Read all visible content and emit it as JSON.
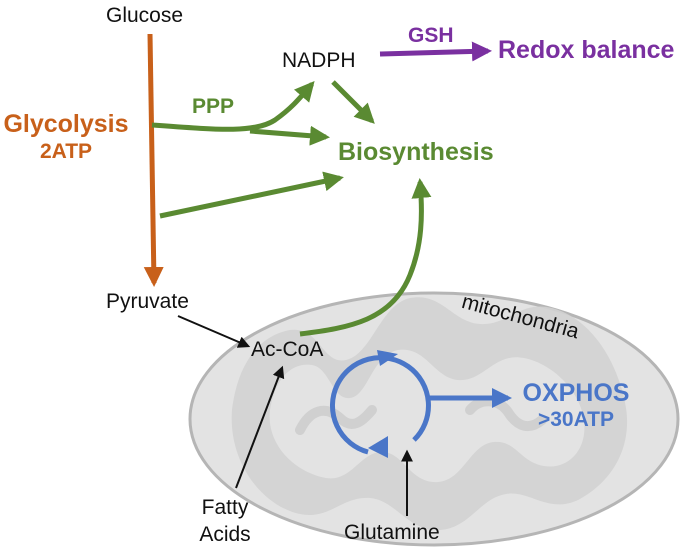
{
  "colors": {
    "glycolysis": "#c8601a",
    "biosynthesis": "#5a8a32",
    "redox": "#7a30a0",
    "oxphos": "#4a76c8",
    "black": "#111111",
    "mito_fill": "#e3e3e3",
    "mito_cristae": "#d0d0d0",
    "mito_stroke": "#b5b5b5"
  },
  "labels": {
    "glucose": "Glucose",
    "nadph": "NADPH",
    "gsh": "GSH",
    "redox_balance": "Redox balance",
    "glycolysis": "Glycolysis",
    "glycolysis_atp": "2ATP",
    "ppp": "PPP",
    "biosynthesis": "Biosynthesis",
    "pyruvate": "Pyruvate",
    "mitochondria": "mitochondria",
    "ac_coa": "Ac-CoA",
    "oxphos": "OXPHOS",
    "oxphos_atp": ">30ATP",
    "fatty": "Fatty",
    "acids": "Acids",
    "glutamine": "Glutamine"
  }
}
